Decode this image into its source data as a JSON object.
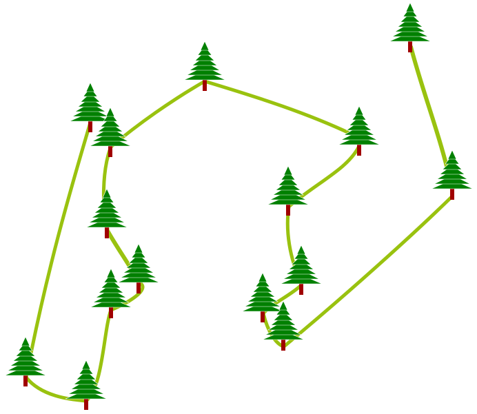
{
  "colors": {
    "path": "#99c20f",
    "foliage": "#008000",
    "trunk": "#a00000",
    "background": "#ffffff"
  },
  "trees": [
    {
      "id": "t1",
      "icon": "pine-tree-icon"
    },
    {
      "id": "t2",
      "icon": "pine-tree-icon"
    },
    {
      "id": "t3",
      "icon": "pine-tree-icon"
    },
    {
      "id": "t4",
      "icon": "pine-tree-icon"
    },
    {
      "id": "t5",
      "icon": "pine-tree-icon"
    },
    {
      "id": "t6",
      "icon": "pine-tree-icon"
    },
    {
      "id": "t7",
      "icon": "pine-tree-icon"
    },
    {
      "id": "t8",
      "icon": "pine-tree-icon"
    },
    {
      "id": "t9",
      "icon": "pine-tree-icon"
    },
    {
      "id": "t10",
      "icon": "pine-tree-icon"
    },
    {
      "id": "t11",
      "icon": "pine-tree-icon"
    },
    {
      "id": "t12",
      "icon": "pine-tree-icon"
    },
    {
      "id": "t13",
      "icon": "pine-tree-icon"
    },
    {
      "id": "t14",
      "icon": "pine-tree-icon"
    },
    {
      "id": "t15",
      "icon": "pine-tree-icon"
    }
  ],
  "route": [
    "t14",
    "t13",
    "t8",
    "t2",
    "t5",
    "t4",
    "t9",
    "t6",
    "t11",
    "t3",
    "t1",
    "t12",
    "t15",
    "t10",
    "t7"
  ]
}
